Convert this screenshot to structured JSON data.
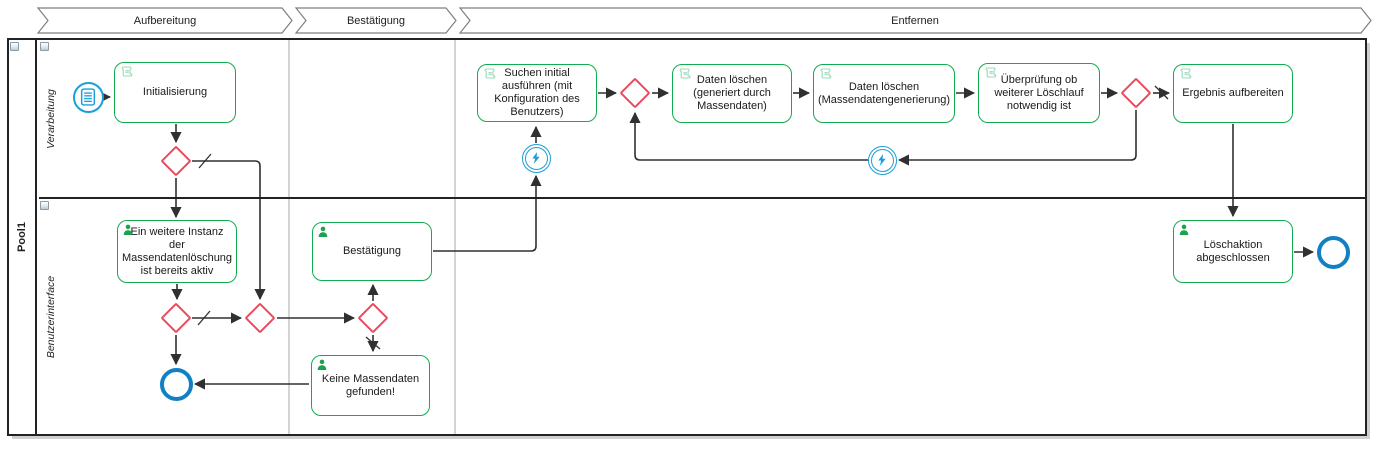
{
  "diagram": {
    "kind": "BPMN process diagram",
    "phases": [
      {
        "id": "phase-aufbereitung",
        "label": "Aufbereitung"
      },
      {
        "id": "phase-bestaetigung",
        "label": "Bestätigung"
      },
      {
        "id": "phase-entfernen",
        "label": "Entfernen"
      }
    ],
    "pool": {
      "label": "Pool1",
      "lanes": [
        {
          "id": "lane-verarbeitung",
          "label": "Verarbeitung"
        },
        {
          "id": "lane-benutzerinterface",
          "label": "Benutzerinterface"
        }
      ]
    },
    "tasks": {
      "initialisierung": {
        "label": "Initialisierung",
        "type": "script-task",
        "icon": "script-icon",
        "lane": "Verarbeitung"
      },
      "instanz_aktiv": {
        "label": "Ein weitere Instanz der Massendatenlöschung ist bereits aktiv",
        "type": "user-task",
        "icon": "user-icon",
        "lane": "Benutzerinterface"
      },
      "bestaetigung": {
        "label": "Bestätigung",
        "type": "user-task",
        "icon": "user-icon",
        "lane": "Benutzerinterface"
      },
      "keine_massendaten": {
        "label": "Keine Massendaten gefunden!",
        "type": "user-task",
        "icon": "user-icon",
        "lane": "Benutzerinterface"
      },
      "suchen_initial": {
        "label": "Suchen initial ausführen (mit Konfiguration des Benutzers)",
        "type": "script-task",
        "icon": "script-icon",
        "lane": "Verarbeitung"
      },
      "daten_loeschen_generiert": {
        "label": "Daten löschen (generiert durch Massendaten)",
        "type": "script-task",
        "icon": "script-icon",
        "lane": "Verarbeitung"
      },
      "daten_loeschen_massen": {
        "label": "Daten löschen (Massendatengenerierung)",
        "type": "script-task",
        "icon": "script-icon",
        "lane": "Verarbeitung"
      },
      "ueberpruefung": {
        "label": "Überprüfung ob weiterer Löschlauf notwendig ist",
        "type": "script-task",
        "icon": "script-icon",
        "lane": "Verarbeitung"
      },
      "ergebnis": {
        "label": "Ergebnis aufbereiten",
        "type": "script-task",
        "icon": "script-icon",
        "lane": "Verarbeitung"
      },
      "loeschaktion": {
        "label": "Löschaktion abgeschlossen",
        "type": "user-task",
        "icon": "user-icon",
        "lane": "Benutzerinterface"
      }
    },
    "events": {
      "start": {
        "type": "conditional-start-event",
        "icon": "document-icon"
      },
      "catch_1": {
        "type": "intermediate-catch-event",
        "icon": "lightning-icon"
      },
      "catch_2": {
        "type": "intermediate-catch-event",
        "icon": "lightning-icon"
      },
      "end_ui": {
        "type": "end-event"
      },
      "end_final": {
        "type": "end-event"
      }
    },
    "gateways": {
      "g1": {
        "type": "exclusive-gateway"
      },
      "g2a": {
        "type": "exclusive-gateway"
      },
      "g2b": {
        "type": "exclusive-gateway"
      },
      "g3": {
        "type": "exclusive-gateway"
      },
      "g4": {
        "type": "exclusive-gateway"
      },
      "g5": {
        "type": "exclusive-gateway"
      }
    },
    "flows": [
      {
        "from": "start",
        "to": "initialisierung"
      },
      {
        "from": "initialisierung",
        "to": "g1"
      },
      {
        "from": "g1",
        "to": "instanz_aktiv"
      },
      {
        "from": "g1",
        "to": "g2b",
        "default": true
      },
      {
        "from": "instanz_aktiv",
        "to": "g2a"
      },
      {
        "from": "g2a",
        "to": "g2b",
        "default": true
      },
      {
        "from": "g2a",
        "to": "end_ui"
      },
      {
        "from": "g2b",
        "to": "g3"
      },
      {
        "from": "g3",
        "to": "bestaetigung"
      },
      {
        "from": "g3",
        "to": "keine_massendaten",
        "default": true
      },
      {
        "from": "keine_massendaten",
        "to": "end_ui"
      },
      {
        "from": "bestaetigung",
        "to": "catch_1"
      },
      {
        "from": "catch_1",
        "to": "suchen_initial"
      },
      {
        "from": "suchen_initial",
        "to": "g4"
      },
      {
        "from": "g4",
        "to": "daten_loeschen_generiert"
      },
      {
        "from": "daten_loeschen_generiert",
        "to": "daten_loeschen_massen"
      },
      {
        "from": "daten_loeschen_massen",
        "to": "ueberpruefung"
      },
      {
        "from": "ueberpruefung",
        "to": "g5"
      },
      {
        "from": "g5",
        "to": "ergebnis",
        "default": true
      },
      {
        "from": "g5",
        "to": "catch_2"
      },
      {
        "from": "catch_2",
        "to": "g4"
      },
      {
        "from": "ergebnis",
        "to": "loeschaktion"
      },
      {
        "from": "loeschaktion",
        "to": "end_final"
      }
    ],
    "colors": {
      "task_border": "#12ac50",
      "script_icon": "#9ad9b9",
      "user_icon": "#1ca14e",
      "gateway_border": "#e94b5b",
      "event_blue": "#1a9fd8",
      "end_event_blue": "#1181c4",
      "connector": "#303030",
      "pool_border": "#222222",
      "phase_border": "#7f7f7f"
    }
  }
}
